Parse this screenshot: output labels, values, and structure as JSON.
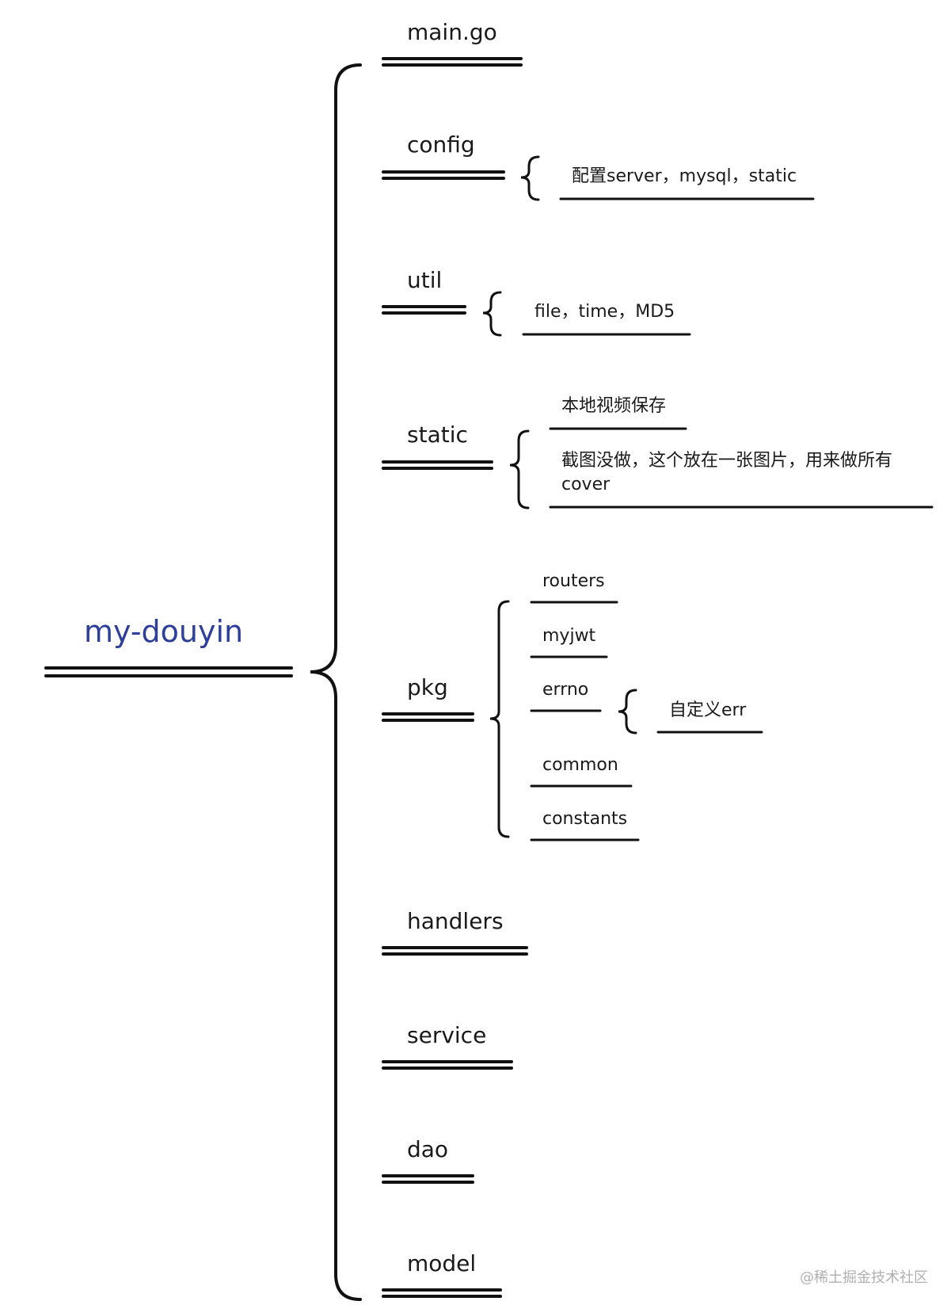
{
  "root": {
    "label": "my-douyin",
    "color": "#2e3f99"
  },
  "branches": [
    {
      "label": "main.go"
    },
    {
      "label": "config",
      "children": [
        {
          "label": "配置server，mysql，static"
        }
      ]
    },
    {
      "label": "util",
      "children": [
        {
          "label": "file，time，MD5"
        }
      ]
    },
    {
      "label": "static",
      "children": [
        {
          "label": "本地视频保存"
        },
        {
          "label": "截图没做，这个放在一张图片，用来做所有cover"
        }
      ]
    },
    {
      "label": "pkg",
      "children": [
        {
          "label": "routers"
        },
        {
          "label": "myjwt"
        },
        {
          "label": "errno",
          "children": [
            {
              "label": "自定义err"
            }
          ]
        },
        {
          "label": "common"
        },
        {
          "label": "constants"
        }
      ]
    },
    {
      "label": "handlers"
    },
    {
      "label": "service"
    },
    {
      "label": "dao"
    },
    {
      "label": "model"
    }
  ],
  "watermark": "@稀土掘金技术社区"
}
